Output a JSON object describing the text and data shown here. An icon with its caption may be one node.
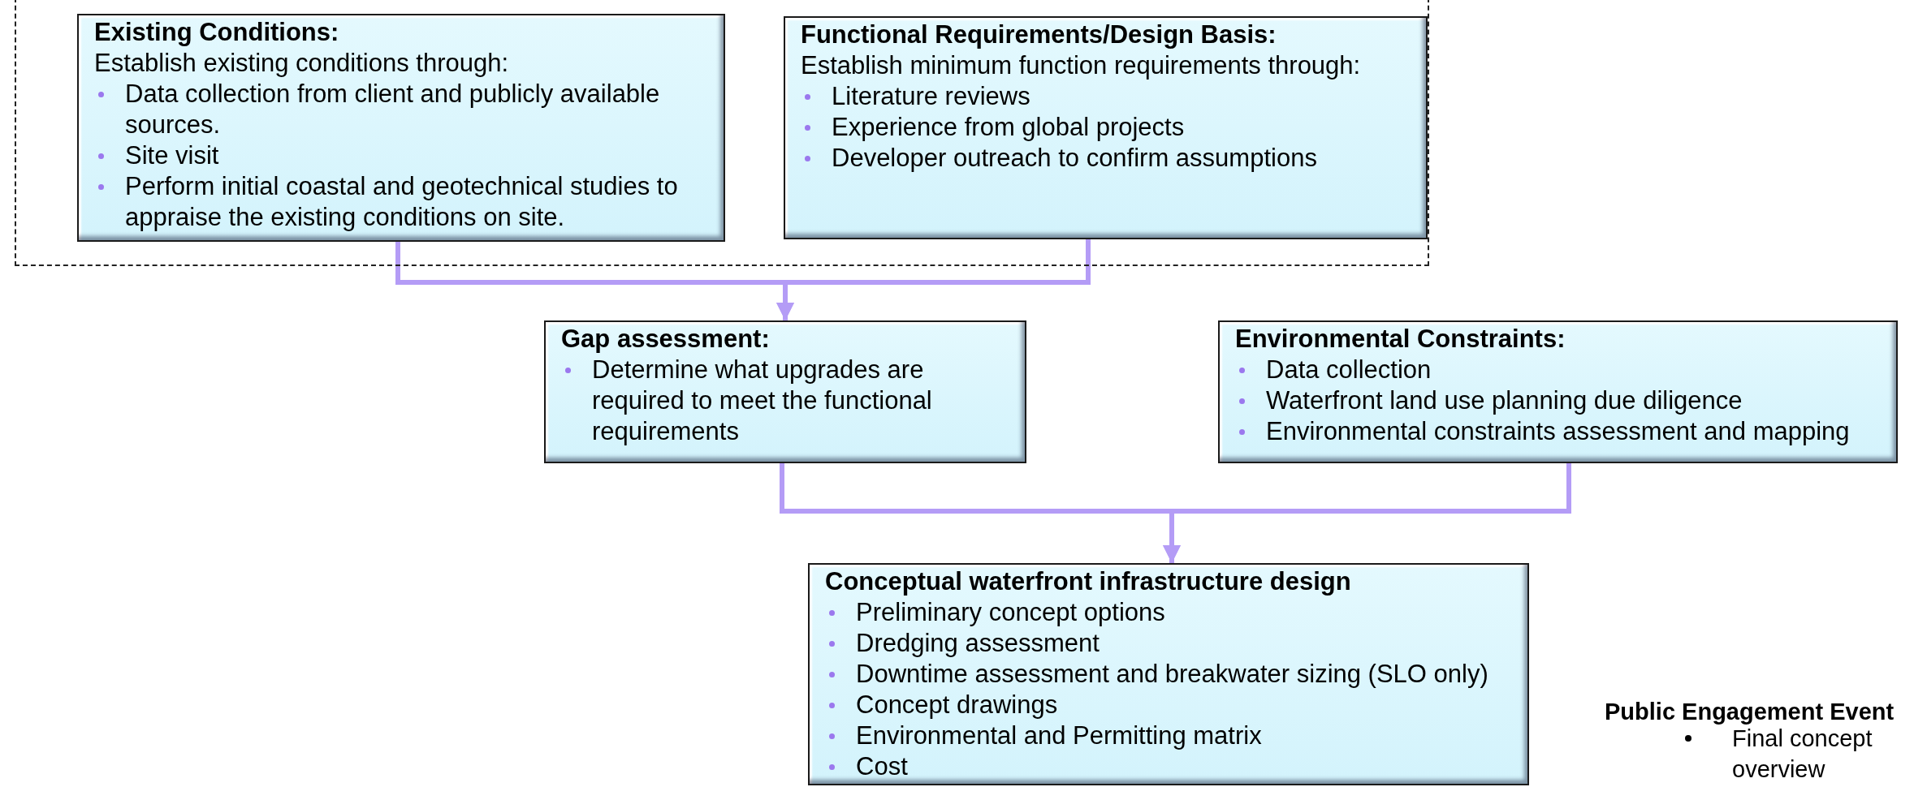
{
  "diagram": {
    "nodes": [
      {
        "text": [],
        "shape": "box"
      },
      {
        "text": [
          "Existing Conditions:",
          "Establish existing conditions through:",
          "Data collection from client and publicly available sources.",
          "Site visit",
          "Perform initial coastal and geotechnical studies to appraise the existing conditions on site."
        ],
        "in": 0
      },
      {
        "text": [
          "Functional Requirements/Design Basis:",
          "Establish minimum function requirements through:",
          "Literature reviews",
          "Experience from global projects",
          "Developer outreach to confirm assumptions"
        ],
        "in": 0
      },
      {
        "text": [
          "Gap assessment:",
          "Determine what upgrades are required to meet the functional requirements"
        ]
      },
      {
        "text": [
          "Environmental Constraints:",
          "Data collection",
          "Waterfront land use planning due diligence",
          "Environmental constraints assessment and mapping"
        ]
      },
      {
        "text": [
          "Conceptual waterfront infrastructure design",
          "Preliminary concept options",
          "Dredging assessment",
          "Downtime assessment and breakwater sizing (SLO only)",
          "Concept drawings",
          "Environmental and Permitting matrix",
          "Cost"
        ]
      }
    ],
    "edges": [
      {
        "from": 1,
        "to": 3,
        "arrow": "to",
        "color": "#b49cf6"
      },
      {
        "from": 2,
        "to": 3,
        "arrow": "to",
        "color": "#b49cf6"
      },
      {
        "from": 3,
        "to": 5,
        "arrow": "to",
        "color": "#b49cf6"
      },
      {
        "from": 4,
        "to": 5,
        "arrow": "to",
        "color": "#b49cf6"
      }
    ],
    "labels": [
      "Public Engagement Event",
      "Final concept overview"
    ]
  }
}
